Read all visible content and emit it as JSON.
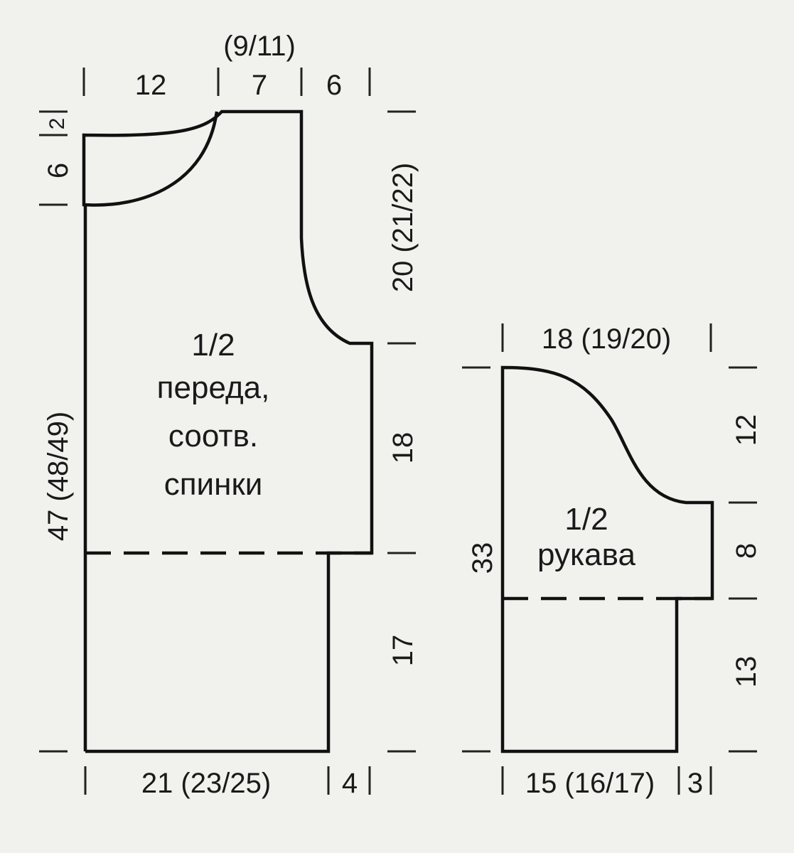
{
  "front_piece": {
    "fraction": "1/2",
    "label_lines": [
      "переда,",
      "соотв.",
      "спинки"
    ],
    "dims": {
      "top_left": "12",
      "top_center": "7",
      "top_center_alt": "(9/11)",
      "top_right": "6",
      "shoulder_drop": "2",
      "neck_depth": "6",
      "armhole_height": "20 (21/22)",
      "side_upper": "18",
      "side_lower": "17",
      "total_length": "47 (48/49)",
      "bottom_width": "21 (23/25)",
      "bottom_extra": "4"
    }
  },
  "sleeve_piece": {
    "fraction": "1/2",
    "label_lines": [
      "рукава"
    ],
    "dims": {
      "top_width": "18 (19/20)",
      "cap_height": "12",
      "upper_side": "8",
      "lower_side": "13",
      "total_length": "33",
      "bottom_width": "15 (16/17)",
      "bottom_extra": "3"
    }
  },
  "colors": {
    "line": "#111111",
    "paper": "#f1f1ee"
  }
}
